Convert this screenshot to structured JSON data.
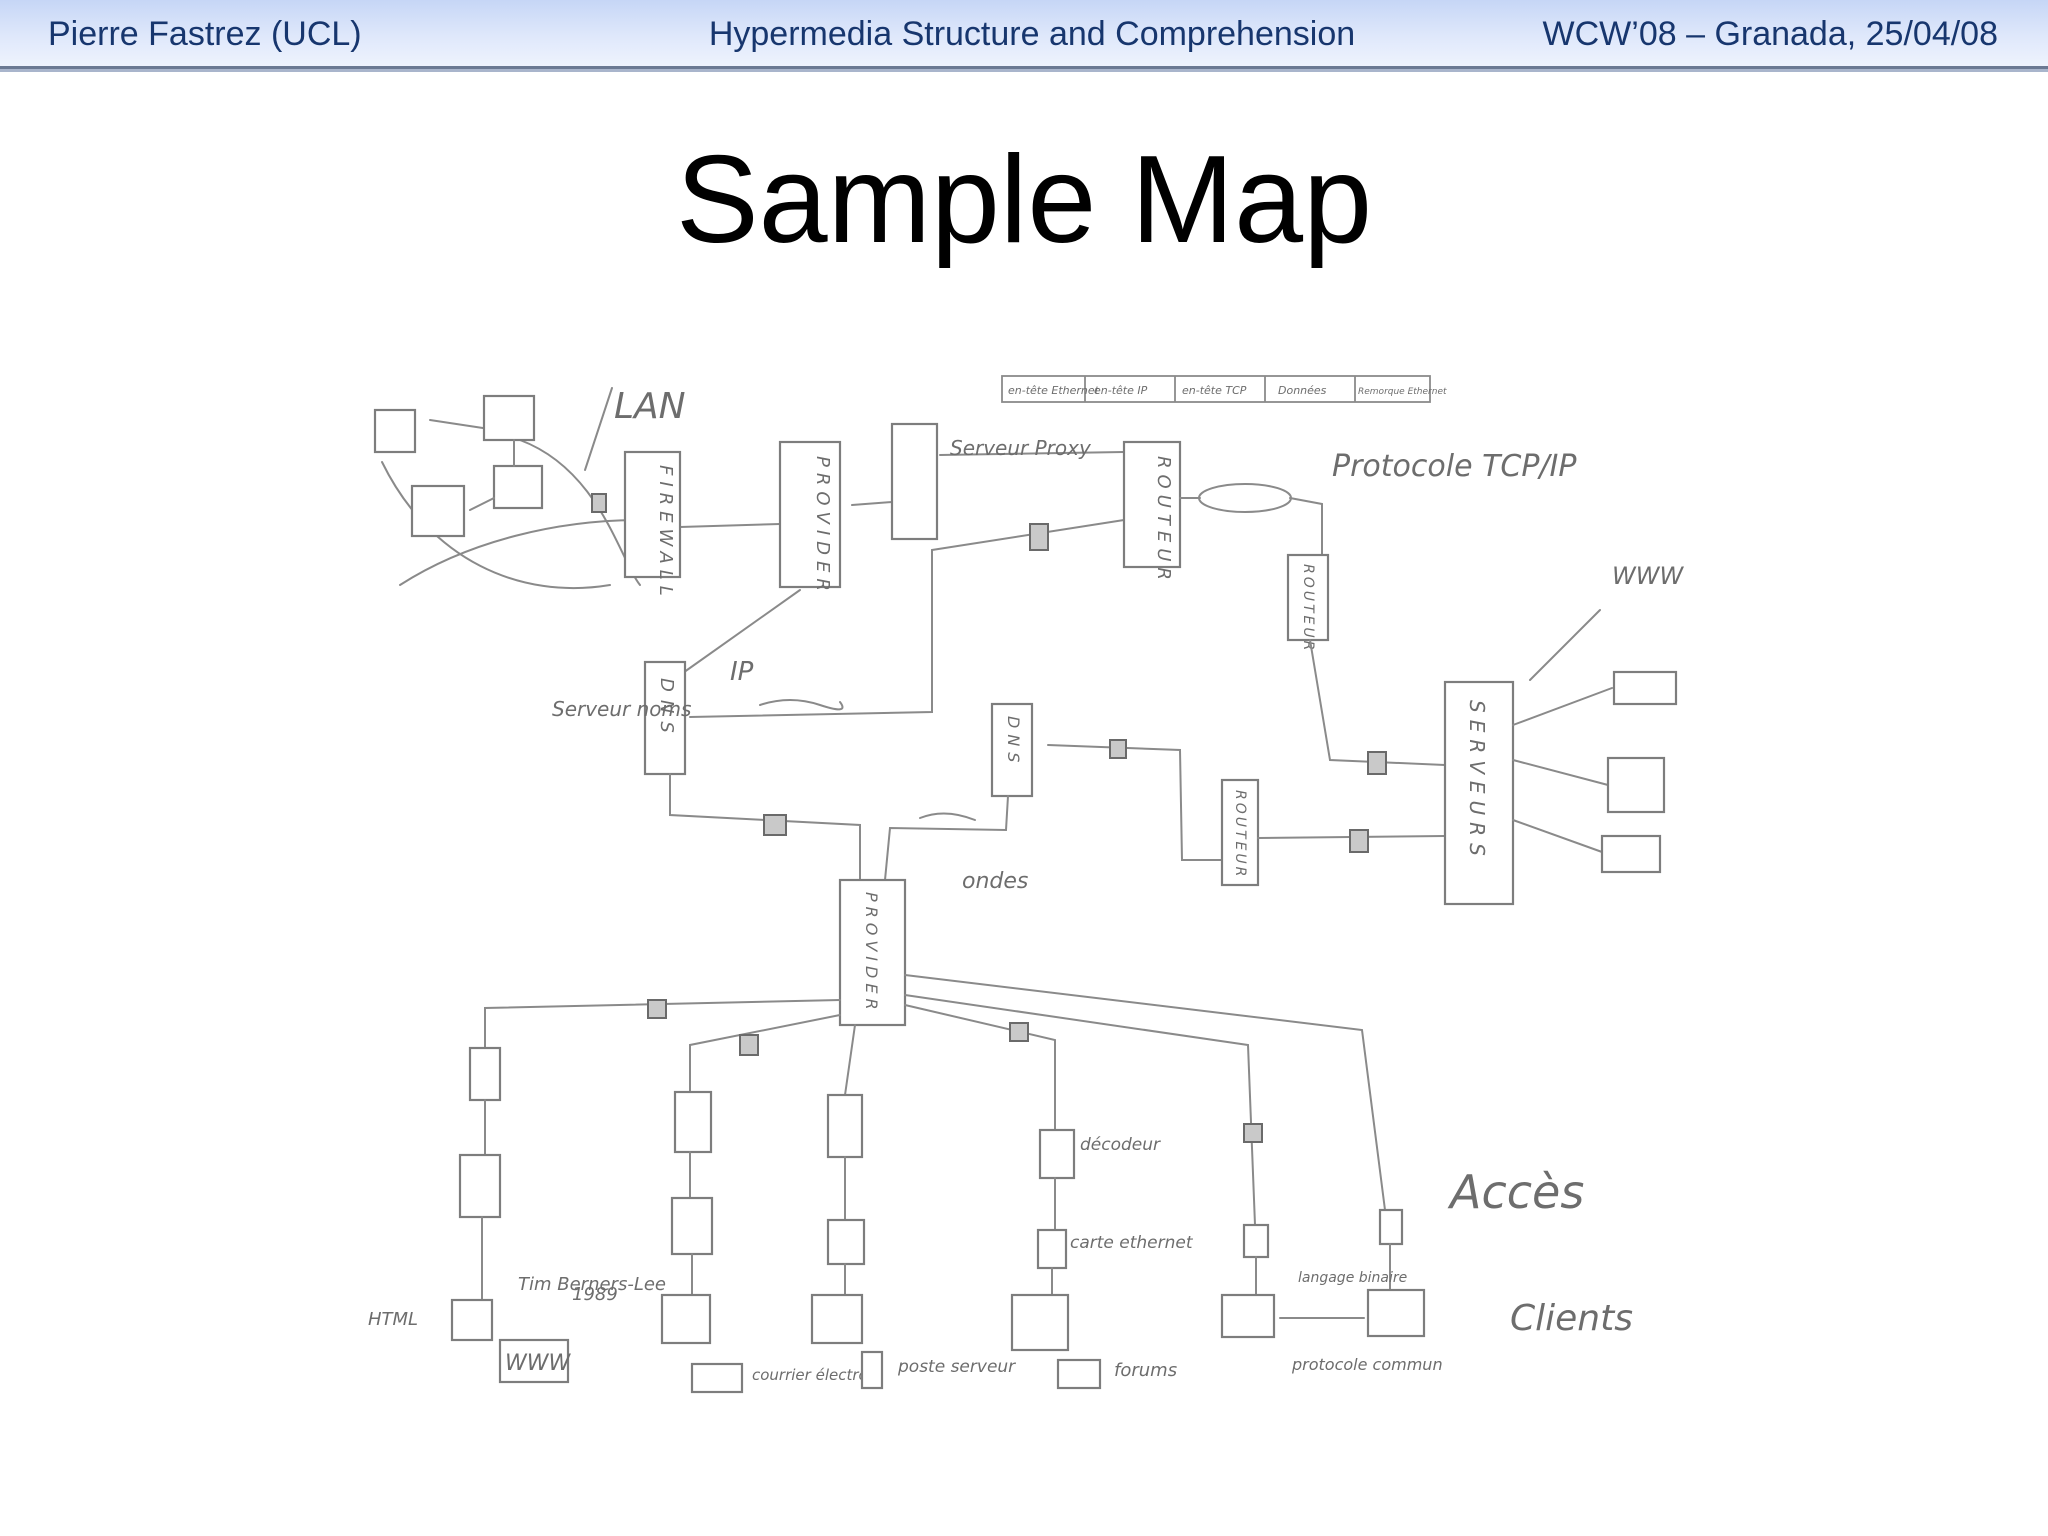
{
  "header": {
    "author": "Pierre Fastrez (UCL)",
    "talk_title": "Hypermedia Structure and Comprehension",
    "event": "WCW’08 – Granada, 25/04/08"
  },
  "slide": {
    "title": "Sample Map"
  },
  "map": {
    "labels": {
      "lan": "LAN",
      "firewall": "FIREWALL",
      "provider_top": "PROVIDER",
      "proxy": "Serveur Proxy",
      "router_top": "ROUTEUR",
      "protocol": "Protocole TCP/IP",
      "router_right": "ROUTEUR",
      "www_top": "WWW",
      "dns_left": "DNS",
      "ip": "IP",
      "name_server": "Serveur noms",
      "dns_mid": "DNS",
      "router_mid": "ROUTEUR",
      "servers": "SERVEURS",
      "waves": "ondes",
      "provider_bottom": "PROVIDER",
      "access": "Accès",
      "clients": "Clients",
      "html": "HTML",
      "tim": "Tim Berners-Lee",
      "year": "1989",
      "www_bottom": "WWW",
      "decoder": "décodeur",
      "ethernet": "carte ethernet",
      "binary": "langage binaire",
      "mail": "courrier électro",
      "poste": "poste serveur",
      "forums": "forums",
      "common_protocol": "protocole commun",
      "packet_cells": [
        "en-tête Ethernet",
        "en-tête IP",
        "en-tête TCP",
        "Données",
        "Remorque Ethernet"
      ]
    }
  }
}
